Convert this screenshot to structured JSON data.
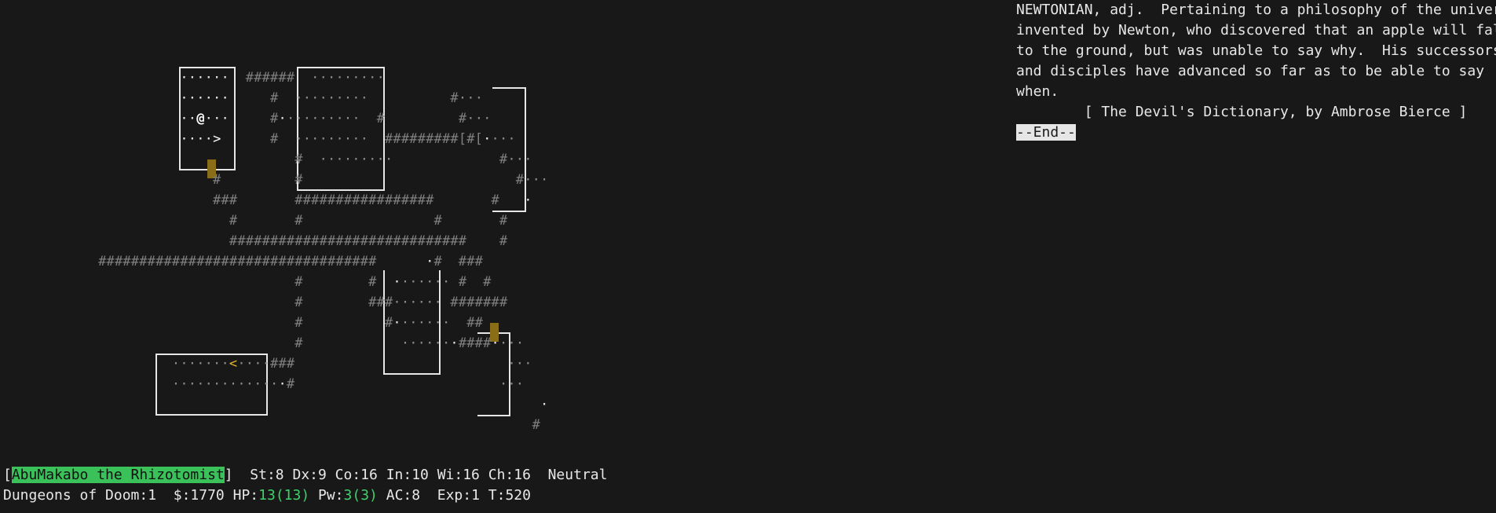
{
  "rumor": {
    "lines": [
      "NEWTONIAN, adj.  Pertaining to a philosophy of the universe",
      "invented by Newton, who discovered that an apple will fall",
      "to the ground, but was unable to say why.  His successors",
      "and disciples have advanced so far as to be able to say",
      "when.",
      "        [ The Devil's Dictionary, by Ambrose Bierce ]"
    ],
    "end_prompt": "--End--"
  },
  "status": {
    "name": "AbuMakabo the Rhizotomist",
    "open_bracket": "[",
    "close_bracket": "]",
    "stats": "  St:8 Dx:9 Co:16 In:10 Wi:16 Ch:16  Neutral",
    "dungeon": "Dungeons of Doom:1",
    "gold": "  $:1770 ",
    "hp_label": "HP:",
    "hp": "13(13)",
    "pw_label": " Pw:",
    "pw": "3(3)",
    "rest": " AC:8  Exp:1 T:520"
  },
  "map": {
    "rows": [
      {
        "segments": [
          {
            "t": "                      ",
            "c": ""
          },
          {
            "t": "······",
            "c": "room-lit"
          },
          {
            "t": "  ######  ",
            "c": "corridor"
          },
          {
            "t": "·········",
            "c": "room-dim"
          }
        ]
      },
      {
        "segments": [
          {
            "t": "                      ",
            "c": ""
          },
          {
            "t": "······",
            "c": "room-lit"
          },
          {
            "t": "     #  ",
            "c": "corridor"
          },
          {
            "t": "·········",
            "c": "room-dim"
          },
          {
            "t": "          #",
            "c": "corridor"
          },
          {
            "t": "···",
            "c": "room-dim"
          }
        ]
      },
      {
        "segments": [
          {
            "t": "                      ",
            "c": ""
          },
          {
            "t": "··",
            "c": "room-lit"
          },
          {
            "t": "@",
            "c": "player"
          },
          {
            "t": "···",
            "c": "room-lit"
          },
          {
            "t": "     #",
            "c": "corridor"
          },
          {
            "t": "·",
            "c": "room-lit"
          },
          {
            "t": "·········",
            "c": "room-dim"
          },
          {
            "t": "  #         #",
            "c": "corridor"
          },
          {
            "t": "···",
            "c": "room-dim"
          }
        ]
      },
      {
        "segments": [
          {
            "t": "                      ",
            "c": ""
          },
          {
            "t": "····",
            "c": "room-lit"
          },
          {
            "t": ">",
            "c": "stairs-down"
          },
          {
            "t": "      #  ",
            "c": "corridor"
          },
          {
            "t": "·········",
            "c": "room-dim"
          },
          {
            "t": "  #########[#[",
            "c": "corridor"
          },
          {
            "t": "·",
            "c": "room-lit"
          },
          {
            "t": "···",
            "c": "room-dim"
          }
        ]
      },
      {
        "segments": [
          {
            "t": "                                    #  ",
            "c": "corridor"
          },
          {
            "t": "·········",
            "c": "room-dim"
          },
          {
            "t": "             #",
            "c": "corridor"
          },
          {
            "t": "···",
            "c": "room-dim"
          }
        ]
      },
      {
        "segments": [
          {
            "t": "                          #         #                          #",
            "c": "corridor"
          },
          {
            "t": "···",
            "c": "room-dim"
          }
        ]
      },
      {
        "segments": [
          {
            "t": "                          ###       #################       #",
            "c": "corridor"
          },
          {
            "t": "   ·",
            "c": "room-lit"
          }
        ]
      },
      {
        "segments": [
          {
            "t": "                            #       #                #       #",
            "c": "corridor"
          }
        ]
      },
      {
        "segments": [
          {
            "t": "                            #############################    #",
            "c": "corridor"
          }
        ]
      },
      {
        "segments": [
          {
            "t": "            ##################################      ",
            "c": "corridor"
          },
          {
            "t": "·",
            "c": "room-lit"
          },
          {
            "t": "#  ###",
            "c": "corridor"
          }
        ]
      },
      {
        "segments": [
          {
            "t": "                                    #        #  ",
            "c": "corridor"
          },
          {
            "t": "·",
            "c": "room-lit"
          },
          {
            "t": "······",
            "c": "room-dim"
          },
          {
            "t": " #  #",
            "c": "corridor"
          }
        ]
      },
      {
        "segments": [
          {
            "t": "                                    #        ###",
            "c": "corridor"
          },
          {
            "t": "······",
            "c": "room-dim"
          },
          {
            "t": " #######",
            "c": "corridor"
          }
        ]
      },
      {
        "segments": [
          {
            "t": "                                    #          #",
            "c": "corridor"
          },
          {
            "t": "·",
            "c": "room-lit"
          },
          {
            "t": "······",
            "c": "room-dim"
          },
          {
            "t": "  ##",
            "c": "corridor"
          }
        ]
      },
      {
        "segments": [
          {
            "t": "                                    #            ",
            "c": "corridor"
          },
          {
            "t": "······",
            "c": "room-dim"
          },
          {
            "t": "·",
            "c": "room-lit"
          },
          {
            "t": "####",
            "c": "corridor"
          },
          {
            "t": "·",
            "c": "room-lit"
          },
          {
            "t": "···",
            "c": "room-dim"
          }
        ]
      },
      {
        "segments": [
          {
            "t": "                     ",
            "c": ""
          },
          {
            "t": "·······",
            "c": "room-dim"
          },
          {
            "t": "<",
            "c": "stairs-up"
          },
          {
            "t": "····",
            "c": "room-dim"
          },
          {
            "t": "###",
            "c": "corridor"
          },
          {
            "t": "                          ",
            "c": ""
          },
          {
            "t": "···",
            "c": "room-dim"
          }
        ]
      },
      {
        "segments": [
          {
            "t": "                     ",
            "c": ""
          },
          {
            "t": "·············",
            "c": "room-dim"
          },
          {
            "t": "·",
            "c": "room-lit"
          },
          {
            "t": "#",
            "c": "corridor"
          },
          {
            "t": "                         ",
            "c": ""
          },
          {
            "t": "···",
            "c": "room-dim"
          }
        ]
      },
      {
        "segments": [
          {
            "t": "                                                                  ",
            "c": ""
          },
          {
            "t": "·",
            "c": "room-lit"
          }
        ]
      },
      {
        "segments": [
          {
            "t": "                                                                 #",
            "c": "corridor"
          }
        ]
      }
    ]
  },
  "colors": {
    "background": "#181818",
    "text": "#e8e8e8",
    "corridor": "#808080",
    "name_highlight": "#3ac15a",
    "green_value": "#3fd06a",
    "stairs_up": "#e2b52a",
    "door": "#8a6d17"
  }
}
